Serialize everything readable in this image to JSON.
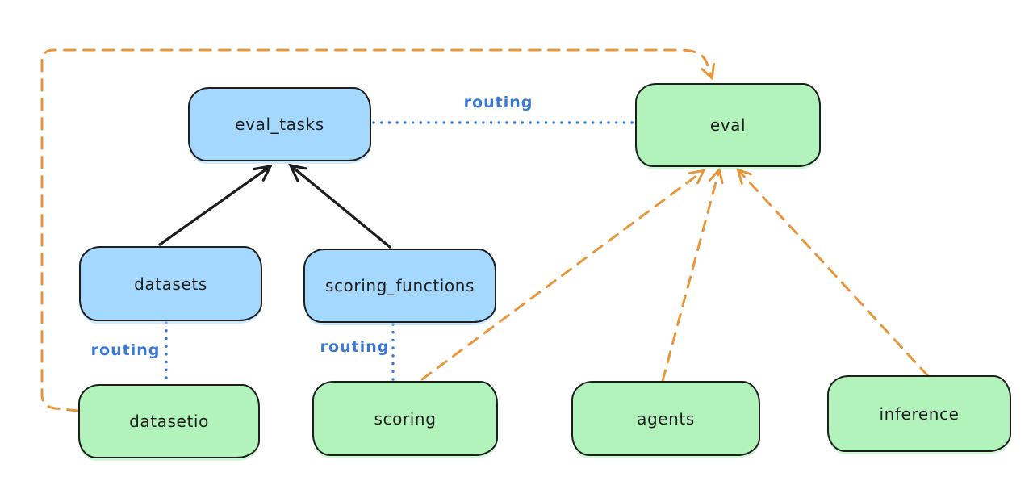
{
  "diagram": {
    "title": "",
    "routing_label": "routing",
    "colors": {
      "background": "#ffffff",
      "node_stroke": "#1e1e1e",
      "api_fill_blue": "#a5d8ff",
      "provider_fill_green": "#b2f2bb",
      "solid_edge_black": "#1e1e1e",
      "routing_edge_blue": "#3b78d2",
      "provider_edge_orange": "#e8963c",
      "text": "#1e1e1e"
    },
    "nodes": [
      {
        "id": "eval_tasks",
        "label": "eval_tasks",
        "kind": "api",
        "fill": "#a5d8ff"
      },
      {
        "id": "eval",
        "label": "eval",
        "kind": "provider",
        "fill": "#b2f2bb"
      },
      {
        "id": "datasets",
        "label": "datasets",
        "kind": "api",
        "fill": "#a5d8ff"
      },
      {
        "id": "scoring_functions",
        "label": "scoring_functions",
        "kind": "api",
        "fill": "#a5d8ff"
      },
      {
        "id": "datasetio",
        "label": "datasetio",
        "kind": "provider",
        "fill": "#b2f2bb"
      },
      {
        "id": "scoring",
        "label": "scoring",
        "kind": "provider",
        "fill": "#b2f2bb"
      },
      {
        "id": "agents",
        "label": "agents",
        "kind": "provider",
        "fill": "#b2f2bb"
      },
      {
        "id": "inference",
        "label": "inference",
        "kind": "provider",
        "fill": "#b2f2bb"
      }
    ],
    "edges": [
      {
        "from": "datasets",
        "to": "eval_tasks",
        "style": "solid-arrow",
        "color": "black",
        "label": ""
      },
      {
        "from": "scoring_functions",
        "to": "eval_tasks",
        "style": "solid-arrow",
        "color": "black",
        "label": ""
      },
      {
        "from": "eval_tasks",
        "to": "eval",
        "style": "dotted",
        "color": "blue",
        "label": "routing"
      },
      {
        "from": "datasets",
        "to": "datasetio",
        "style": "dotted",
        "color": "blue",
        "label": "routing"
      },
      {
        "from": "scoring_functions",
        "to": "scoring",
        "style": "dotted",
        "color": "blue",
        "label": "routing"
      },
      {
        "from": "datasetio",
        "to": "eval",
        "style": "dashed-arrow",
        "color": "orange",
        "label": ""
      },
      {
        "from": "scoring",
        "to": "eval",
        "style": "dashed-arrow",
        "color": "orange",
        "label": ""
      },
      {
        "from": "agents",
        "to": "eval",
        "style": "dashed-arrow",
        "color": "orange",
        "label": ""
      },
      {
        "from": "inference",
        "to": "eval",
        "style": "dashed-arrow",
        "color": "orange",
        "label": ""
      }
    ]
  }
}
